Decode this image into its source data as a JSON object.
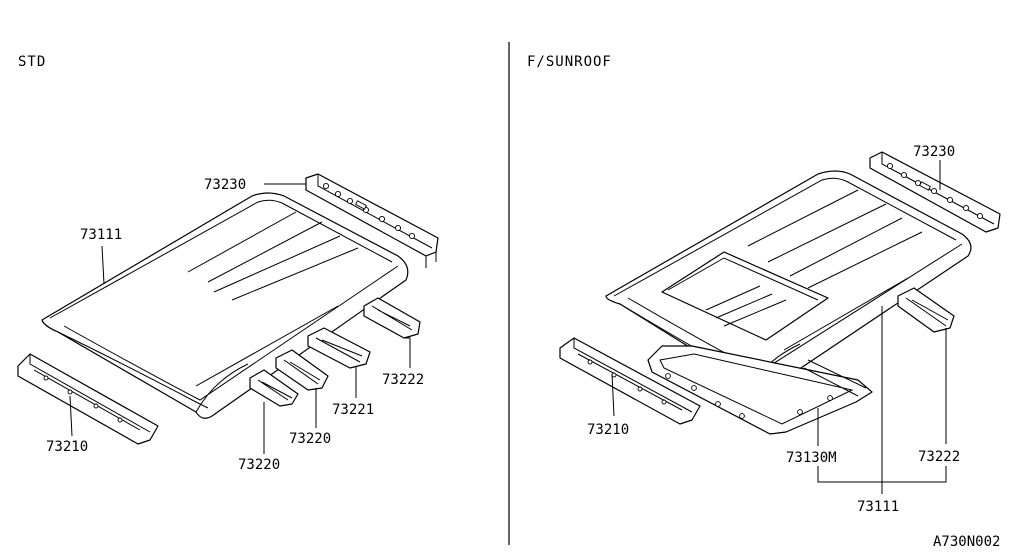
{
  "sections": {
    "std": {
      "title": "STD"
    },
    "sunroof": {
      "title": "F/SUNROOF"
    }
  },
  "std_labels": {
    "p73230": "73230",
    "p73111": "73111",
    "p73222": "73222",
    "p73221": "73221",
    "p73220a": "73220",
    "p73220b": "73220",
    "p73210": "73210"
  },
  "sunroof_labels": {
    "p73230": "73230",
    "p73210": "73210",
    "p73130m": "73130M",
    "p73222": "73222",
    "p73111": "73111"
  },
  "diagram_code": "A730N002"
}
